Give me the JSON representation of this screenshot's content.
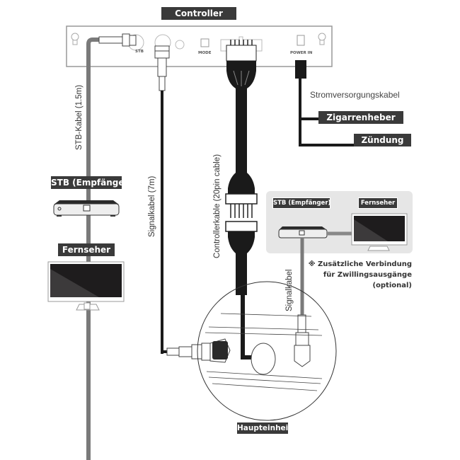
{
  "labels": {
    "controller": "Controller",
    "power_cable": "Stromversorgungskabel",
    "cigarette_lighter": "Zigarrenheber",
    "ignition": "Zündung",
    "stb_cable": "STB-Kabel (1.5m)",
    "stb_receiver": "STB (Empfänger)",
    "tv": "Fernseher",
    "signal_cable_7m": "Signalkabel (7m)",
    "controller_cable": "Controllerkable (20pin cable)",
    "signal_cable": "Signalkabel",
    "main_unit": "Haupteinheit"
  },
  "ports": {
    "stb": "STB",
    "mode": "MODE",
    "power_in": "POWER IN"
  },
  "optional_box": {
    "stb_receiver": "STB (Empfänger)",
    "tv": "Fernseher",
    "note_line1": "※ Zusätzliche Verbindung",
    "note_line2": "für Zwillingsausgänge",
    "note_line3": "(optional)"
  },
  "colors": {
    "label_bg": "#3a3a3a",
    "cable_dark": "#1a1a1a",
    "cable_gray": "#7a7a7a",
    "panel_gray": "#e6e6e6"
  }
}
